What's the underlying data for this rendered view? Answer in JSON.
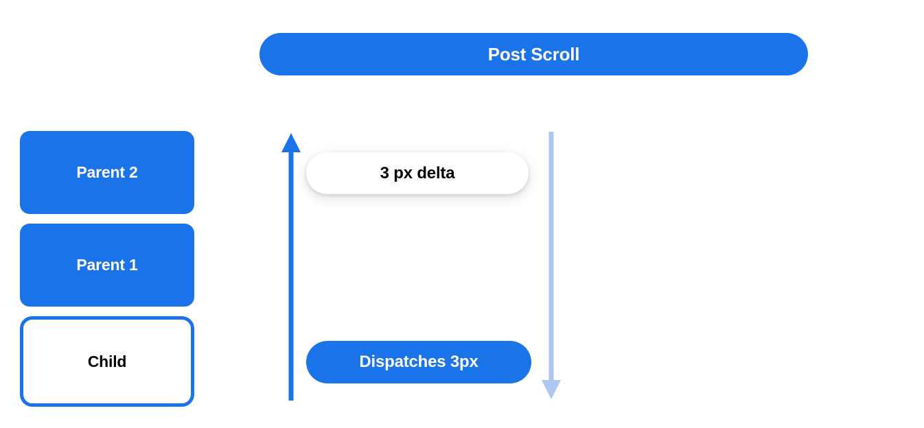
{
  "diagram": {
    "title": "Post Scroll",
    "header": {
      "label": "Post Scroll",
      "color": "#1a73e8",
      "text_color": "#ffffff"
    },
    "nodes": [
      {
        "label": "Parent 2",
        "style": "filled",
        "fill": "#1a73e8",
        "text_color": "#ffffff"
      },
      {
        "label": "Parent 1",
        "style": "filled",
        "fill": "#1a73e8",
        "text_color": "#ffffff"
      },
      {
        "label": "Child",
        "style": "outlined",
        "fill": "#ffffff",
        "border_color": "#1a73e8",
        "text_color": "#000000"
      }
    ],
    "annotations": [
      {
        "label": "3 px delta",
        "style": "white-pill-shadow",
        "fill": "#ffffff",
        "text_color": "#000000"
      },
      {
        "label": "Dispatches 3px",
        "style": "blue-pill",
        "fill": "#1a73e8",
        "text_color": "#ffffff"
      }
    ],
    "arrows": [
      {
        "name": "scroll-up-arrow",
        "direction": "up",
        "color": "#1a73e8"
      },
      {
        "name": "dispatch-down-arrow",
        "direction": "down",
        "color": "#aec7f0"
      }
    ]
  }
}
